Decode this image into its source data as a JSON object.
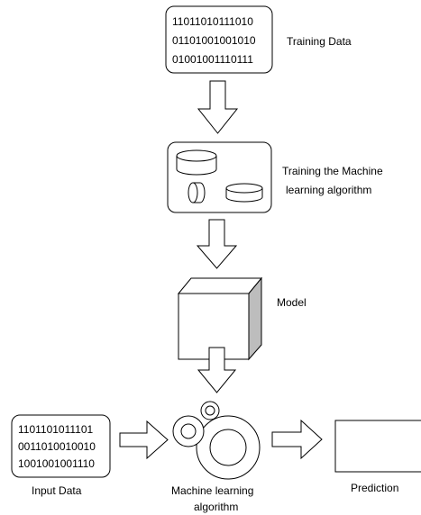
{
  "training_data": {
    "lines": [
      "11011010111010",
      "01101001001010",
      "01001001110111"
    ],
    "label": "Training Data"
  },
  "training_step": {
    "label_line1": "Training the Machine",
    "label_line2": "learning algorithm"
  },
  "model": {
    "label": "Model"
  },
  "input_data": {
    "lines": [
      "1101101011101",
      "0011010010010",
      "1001001001110"
    ],
    "label": "Input Data"
  },
  "ml_algorithm": {
    "label_line1": "Machine learning",
    "label_line2": "algorithm"
  },
  "prediction": {
    "label": "Prediction"
  }
}
